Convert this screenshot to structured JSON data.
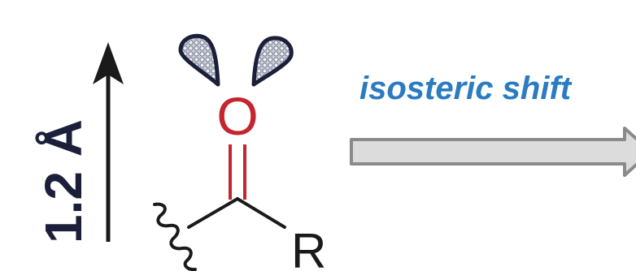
{
  "distance_label": "1.2 Å",
  "atoms": {
    "oxygen": "O",
    "substituent": "R"
  },
  "transformation_label": "isosteric shift",
  "colors": {
    "oxygen": "#c4252f",
    "bond": "#1a1a1a",
    "label_blue": "#2a7bc0",
    "dimension_text": "#1b1f3a",
    "lone_pair_outline": "#1b1f3a",
    "block_arrow_fill": "#dcdcdc",
    "block_arrow_stroke": "#8a8a8a"
  },
  "icons": {
    "lone_pair": "teardrop-orbital-icon",
    "attachment": "wavy-bond-icon"
  }
}
